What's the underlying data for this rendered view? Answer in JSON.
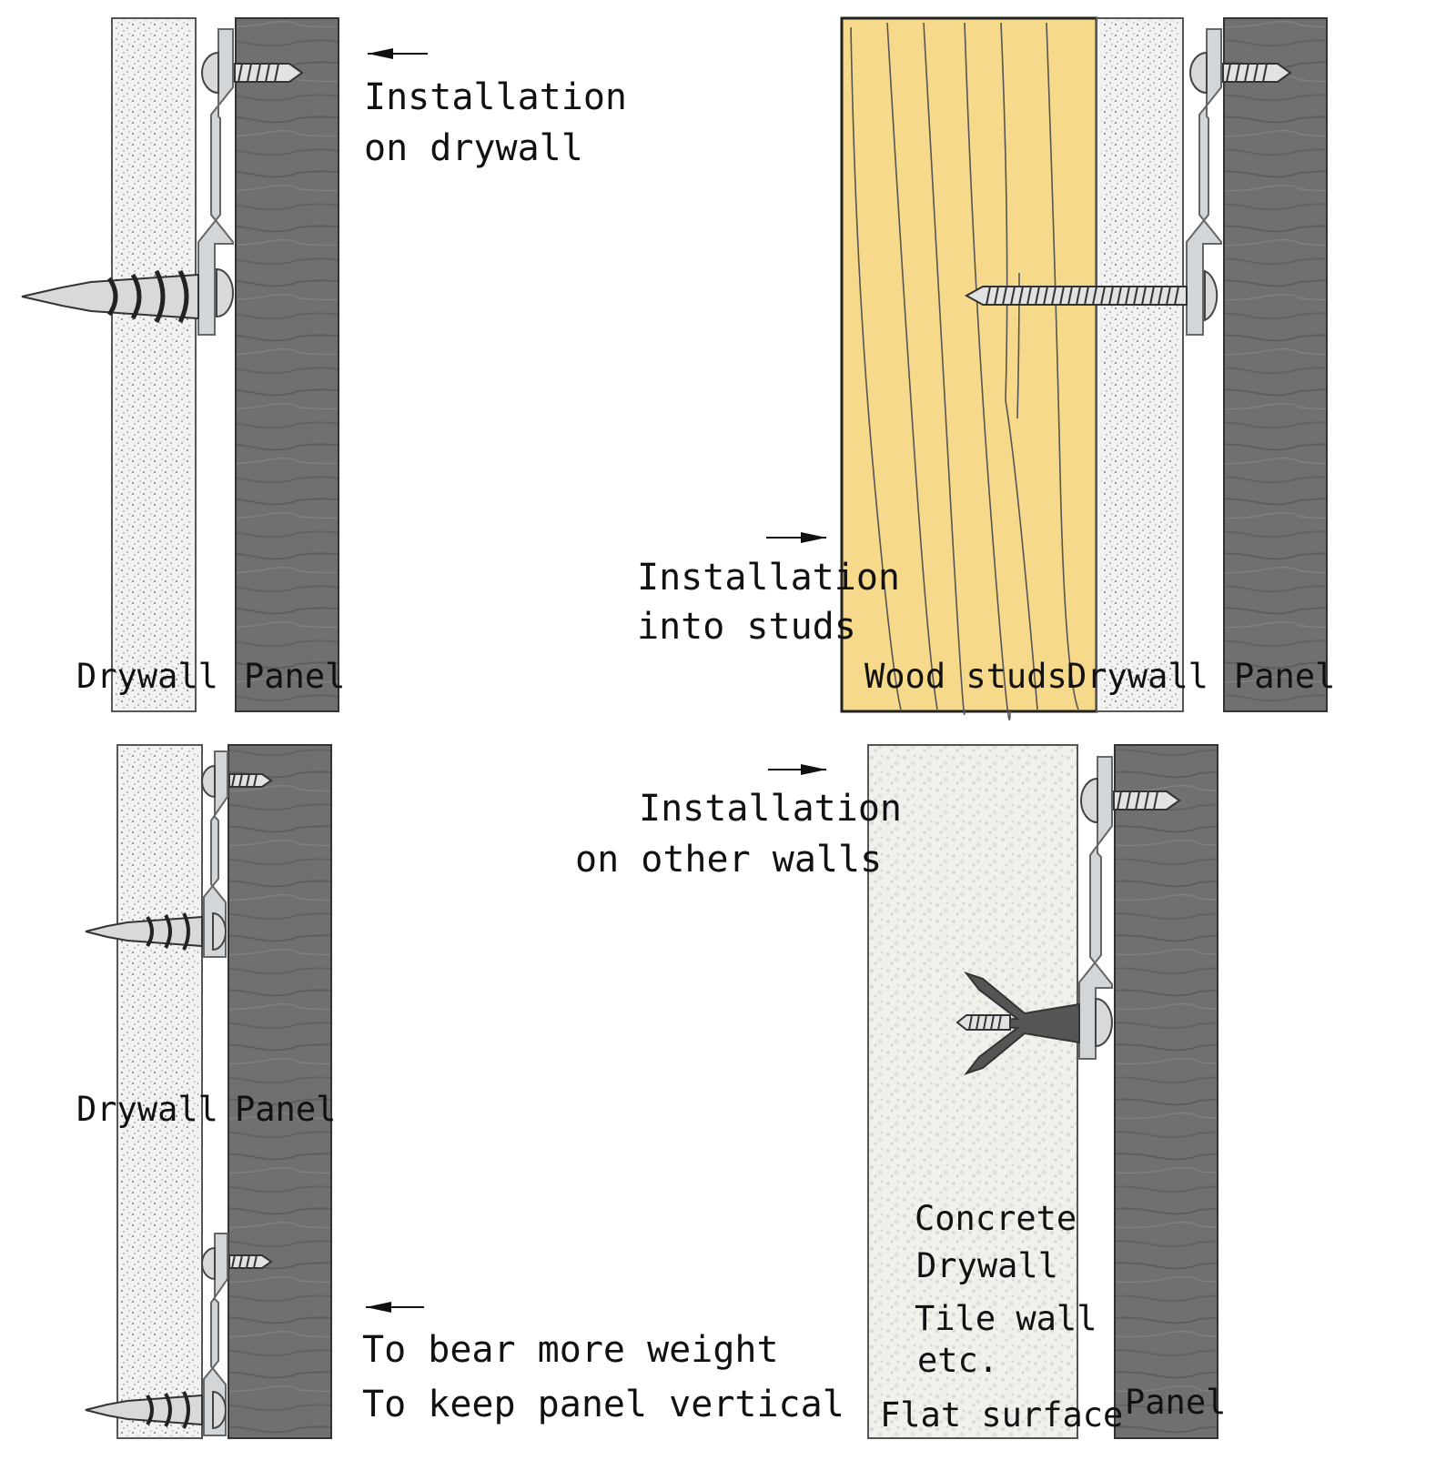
{
  "panels": {
    "drywall": {
      "caption_lines": [
        "Installation",
        "on drywall"
      ],
      "labels": {
        "drywall": "Drywall",
        "panel": "Panel"
      }
    },
    "studs": {
      "caption_lines": [
        "Installation",
        "into studs"
      ],
      "labels": {
        "wood_studs": "Wood studs",
        "drywall": "Drywall",
        "panel": "Panel"
      }
    },
    "weight": {
      "caption_lines": [
        "To bear more weight",
        "To keep panel vertical"
      ],
      "labels": {
        "drywall": "Drywall",
        "panel": "Panel"
      }
    },
    "other": {
      "caption_lines": [
        "Installation",
        "on other walls"
      ],
      "labels": {
        "surfaces": [
          "Concrete",
          "Drywall",
          "Tile wall",
          "etc."
        ],
        "flat_surface": "Flat surface",
        "panel": "Panel"
      }
    }
  },
  "colors": {
    "drywall_fill": "#f2f2f2",
    "panel_fill": "#6e6e6e",
    "wood_fill": "#f6d98a",
    "concrete_fill": "#f1f0ec",
    "bracket_fill": "#d3d6d9",
    "screw_fill": "#d9d9d9",
    "anchor_fill": "#555555"
  }
}
